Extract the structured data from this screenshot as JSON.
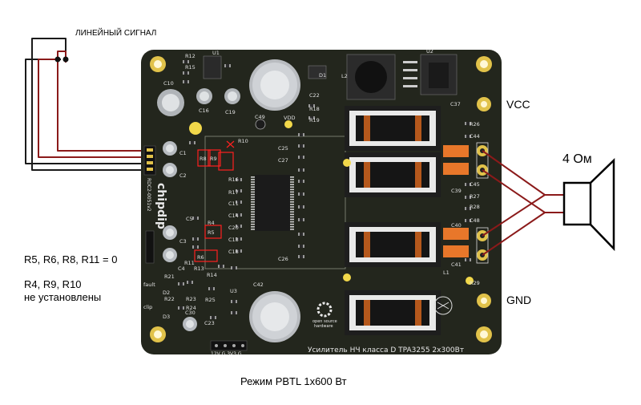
{
  "labels": {
    "line_signal": "ЛИНЕЙНЫЙ СИГНАЛ",
    "vcc": "VCC",
    "gnd": "GND",
    "load": "4 Ом",
    "resistors_zero": "R5, R6, R8, R11 = 0",
    "not_installed_1": "R4, R9, R10",
    "not_installed_2": "не установлены",
    "mode": "Режим PBTL 1x600 Вт"
  },
  "board": {
    "brand": "chipdip",
    "code": "RDC2-0051v2",
    "title": "Усилитель НЧ класса D TPA3255 2x300Вт",
    "osh_line1": "open source",
    "osh_line2": "hardware",
    "jumper_labels": "12V G 3V3 G",
    "refs": {
      "u1": "U1",
      "u2": "U2",
      "u3": "U3",
      "d1": "D1",
      "l2": "L2",
      "l1": "L1",
      "c10": "C10",
      "c16": "C16",
      "c19": "C19",
      "c49": "C49",
      "vdd": "VDD",
      "c22": "C22",
      "r18": "R18",
      "r19": "R19",
      "c37": "C37",
      "r26": "R26",
      "c44": "C44",
      "c45": "C45",
      "r27": "R27",
      "r28": "R28",
      "c48": "C48",
      "c39": "C39",
      "c40": "C40",
      "c41": "C41",
      "r29": "R29",
      "c25": "C25",
      "c27": "C27",
      "c26": "C26",
      "c42": "C42",
      "c30": "C30",
      "c23": "C23",
      "r10": "R10",
      "r8": "R8",
      "r9": "R9",
      "r5": "R5",
      "r6": "R6",
      "r4": "R4",
      "r11": "R11",
      "c1": "C1",
      "c2": "C2",
      "c3": "C3",
      "c4": "C4",
      "c5": "C5",
      "r12": "R12",
      "r15": "R15",
      "r21": "R21",
      "r22": "R22",
      "r23": "R23",
      "r24": "R24",
      "r25": "R25",
      "r13": "R13",
      "r14": "R14",
      "r17": "R17",
      "r16": "R16",
      "c11": "C11",
      "c14": "C14",
      "c13": "C13",
      "c18": "C18",
      "c20": "C20",
      "fault": "fault",
      "clip": "clip",
      "d2": "D2",
      "d3": "D3"
    }
  },
  "colors": {
    "board": "#23261d",
    "wire_dark": "#1a1a1a",
    "wire_red": "#8b1a1a",
    "gold": "#d9b440",
    "silver": "#c8c8c8",
    "orange": "#e8772a",
    "highlight": "#ff2020"
  }
}
